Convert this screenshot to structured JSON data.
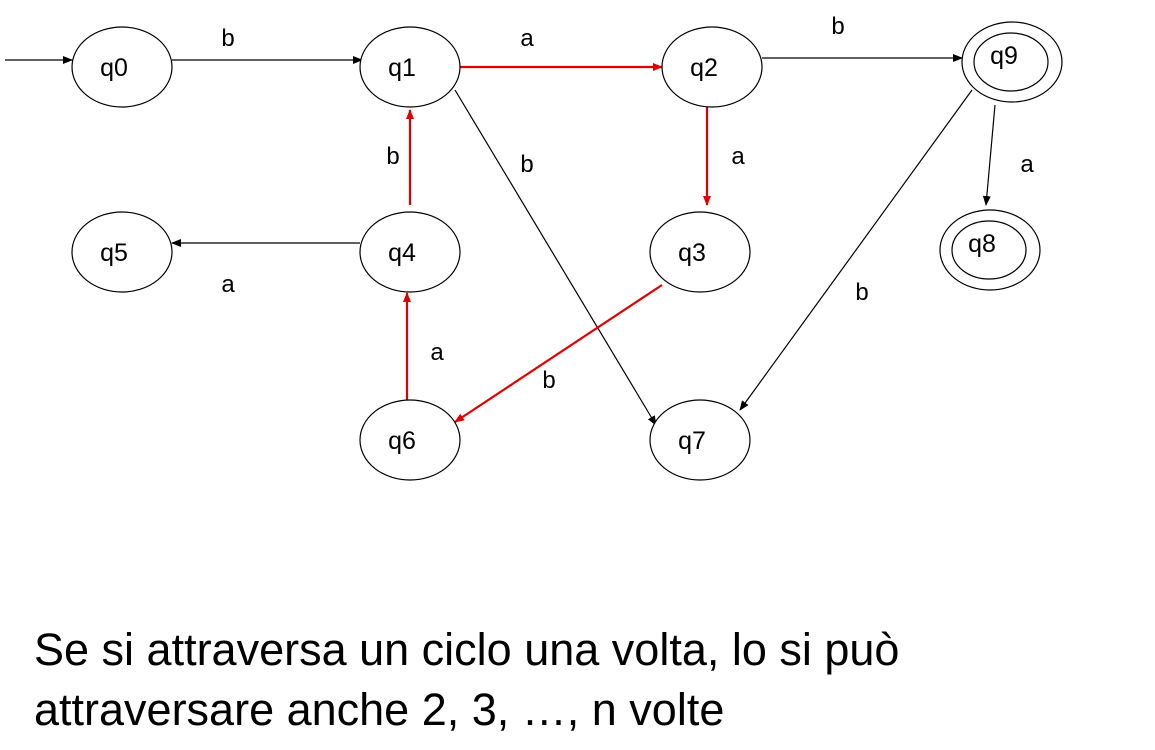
{
  "colors": {
    "normal": "#000000",
    "highlight": "#e00000"
  },
  "states": [
    {
      "id": "q0",
      "label": "q0",
      "accepting": false,
      "initial": true
    },
    {
      "id": "q1",
      "label": "q1",
      "accepting": false
    },
    {
      "id": "q2",
      "label": "q2",
      "accepting": false
    },
    {
      "id": "q9",
      "label": "q9",
      "accepting": true
    },
    {
      "id": "q5",
      "label": "q5",
      "accepting": false
    },
    {
      "id": "q4",
      "label": "q4",
      "accepting": false
    },
    {
      "id": "q3",
      "label": "q3",
      "accepting": false
    },
    {
      "id": "q8",
      "label": "q8",
      "accepting": true
    },
    {
      "id": "q6",
      "label": "q6",
      "accepting": false
    },
    {
      "id": "q7",
      "label": "q7",
      "accepting": false
    }
  ],
  "transitions": [
    {
      "from": "q0",
      "to": "q1",
      "label": "b",
      "highlight": false
    },
    {
      "from": "q1",
      "to": "q2",
      "label": "a",
      "highlight": true
    },
    {
      "from": "q2",
      "to": "q9",
      "label": "b",
      "highlight": false
    },
    {
      "from": "q2",
      "to": "q3",
      "label": "a",
      "highlight": true
    },
    {
      "from": "q9",
      "to": "q8",
      "label": "a",
      "highlight": false
    },
    {
      "from": "q9",
      "to": "q7",
      "label": "b",
      "highlight": false
    },
    {
      "from": "q1",
      "to": "q7",
      "label": "b",
      "highlight": false
    },
    {
      "from": "q4",
      "to": "q1",
      "label": "b",
      "highlight": true
    },
    {
      "from": "q4",
      "to": "q5",
      "label": "a",
      "highlight": false
    },
    {
      "from": "q6",
      "to": "q4",
      "label": "a",
      "highlight": true
    },
    {
      "from": "q3",
      "to": "q6",
      "label": "b",
      "highlight": true
    }
  ],
  "caption": {
    "line1": "Se si attraversa un ciclo una volta, lo si può",
    "line2": "attraversare anche 2, 3, …, n volte"
  }
}
